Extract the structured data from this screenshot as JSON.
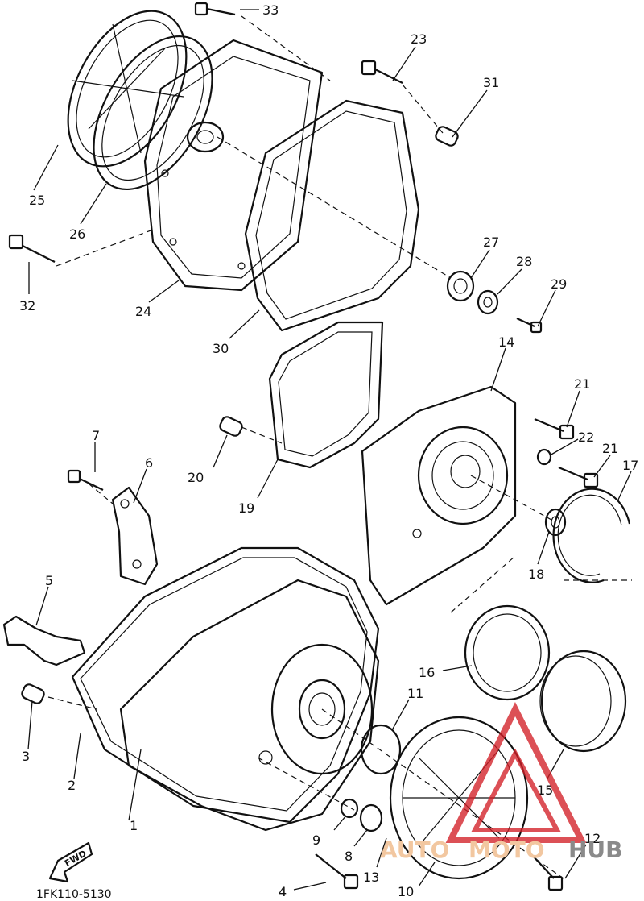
{
  "diagram": {
    "drawing_code": "1FK110-5130",
    "fwd_label": "FWD",
    "watermark": {
      "part1": "AUTO",
      "part2": "MOTO",
      "part3": "HUB"
    },
    "callouts": [
      {
        "id": "c33",
        "text": "33"
      },
      {
        "id": "c23",
        "text": "23"
      },
      {
        "id": "c31",
        "text": "31"
      },
      {
        "id": "c25",
        "text": "25"
      },
      {
        "id": "c26",
        "text": "26"
      },
      {
        "id": "c32",
        "text": "32"
      },
      {
        "id": "c24",
        "text": "24"
      },
      {
        "id": "c30",
        "text": "30"
      },
      {
        "id": "c27",
        "text": "27"
      },
      {
        "id": "c28",
        "text": "28"
      },
      {
        "id": "c29",
        "text": "29"
      },
      {
        "id": "c14",
        "text": "14"
      },
      {
        "id": "c21a",
        "text": "21"
      },
      {
        "id": "c22",
        "text": "22"
      },
      {
        "id": "c21b",
        "text": "21"
      },
      {
        "id": "c17",
        "text": "17"
      },
      {
        "id": "c20",
        "text": "20"
      },
      {
        "id": "c19",
        "text": "19"
      },
      {
        "id": "c7",
        "text": "7"
      },
      {
        "id": "c6",
        "text": "6"
      },
      {
        "id": "c18",
        "text": "18"
      },
      {
        "id": "c5",
        "text": "5"
      },
      {
        "id": "c16",
        "text": "16"
      },
      {
        "id": "c11",
        "text": "11"
      },
      {
        "id": "c3",
        "text": "3"
      },
      {
        "id": "c2",
        "text": "2"
      },
      {
        "id": "c15",
        "text": "15"
      },
      {
        "id": "c1",
        "text": "1"
      },
      {
        "id": "c12",
        "text": "12"
      },
      {
        "id": "c9",
        "text": "9"
      },
      {
        "id": "c8",
        "text": "8"
      },
      {
        "id": "c13",
        "text": "13"
      },
      {
        "id": "c4",
        "text": "4"
      },
      {
        "id": "c10",
        "text": "10"
      }
    ]
  }
}
